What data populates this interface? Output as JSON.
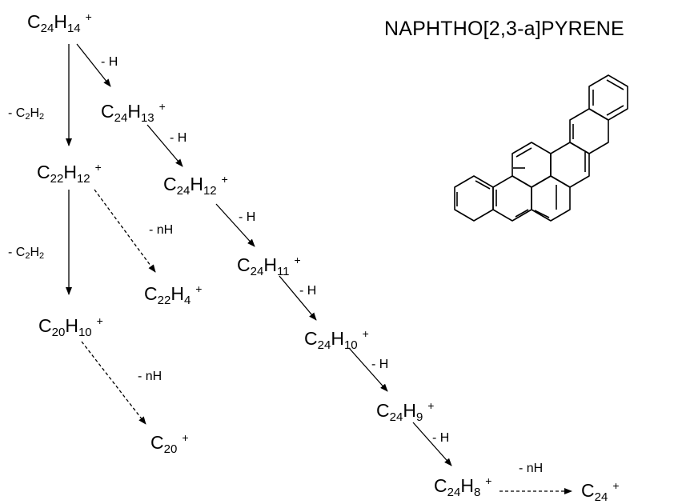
{
  "title": "NAPHTHO[2,3-a]PYRENE",
  "ions": {
    "c24h14": {
      "el1": "C",
      "n1": "24",
      "el2": "H",
      "n2": "14",
      "charge": "+"
    },
    "c24h13": {
      "el1": "C",
      "n1": "24",
      "el2": "H",
      "n2": "13",
      "charge": "+"
    },
    "c24h12": {
      "el1": "C",
      "n1": "24",
      "el2": "H",
      "n2": "12",
      "charge": "+"
    },
    "c24h11": {
      "el1": "C",
      "n1": "24",
      "el2": "H",
      "n2": "11",
      "charge": "+"
    },
    "c24h10": {
      "el1": "C",
      "n1": "24",
      "el2": "H",
      "n2": "10",
      "charge": "+"
    },
    "c24h9": {
      "el1": "C",
      "n1": "24",
      "el2": "H",
      "n2": "9",
      "charge": "+"
    },
    "c24h8": {
      "el1": "C",
      "n1": "24",
      "el2": "H",
      "n2": "8",
      "charge": "+"
    },
    "c24": {
      "el1": "C",
      "n1": "24",
      "charge": "+"
    },
    "c22h12": {
      "el1": "C",
      "n1": "22",
      "el2": "H",
      "n2": "12",
      "charge": "+"
    },
    "c22h4": {
      "el1": "C",
      "n1": "22",
      "el2": "H",
      "n2": "4",
      "charge": "+"
    },
    "c20h10": {
      "el1": "C",
      "n1": "20",
      "el2": "H",
      "n2": "10",
      "charge": "+"
    },
    "c20": {
      "el1": "C",
      "n1": "20",
      "charge": "+"
    }
  },
  "labels": {
    "minus_h": "- H",
    "minus_nh": "- nH",
    "minus_c2h2": {
      "prefix": "- C",
      "n1": "2",
      "el2": "H",
      "n2": "2"
    }
  }
}
